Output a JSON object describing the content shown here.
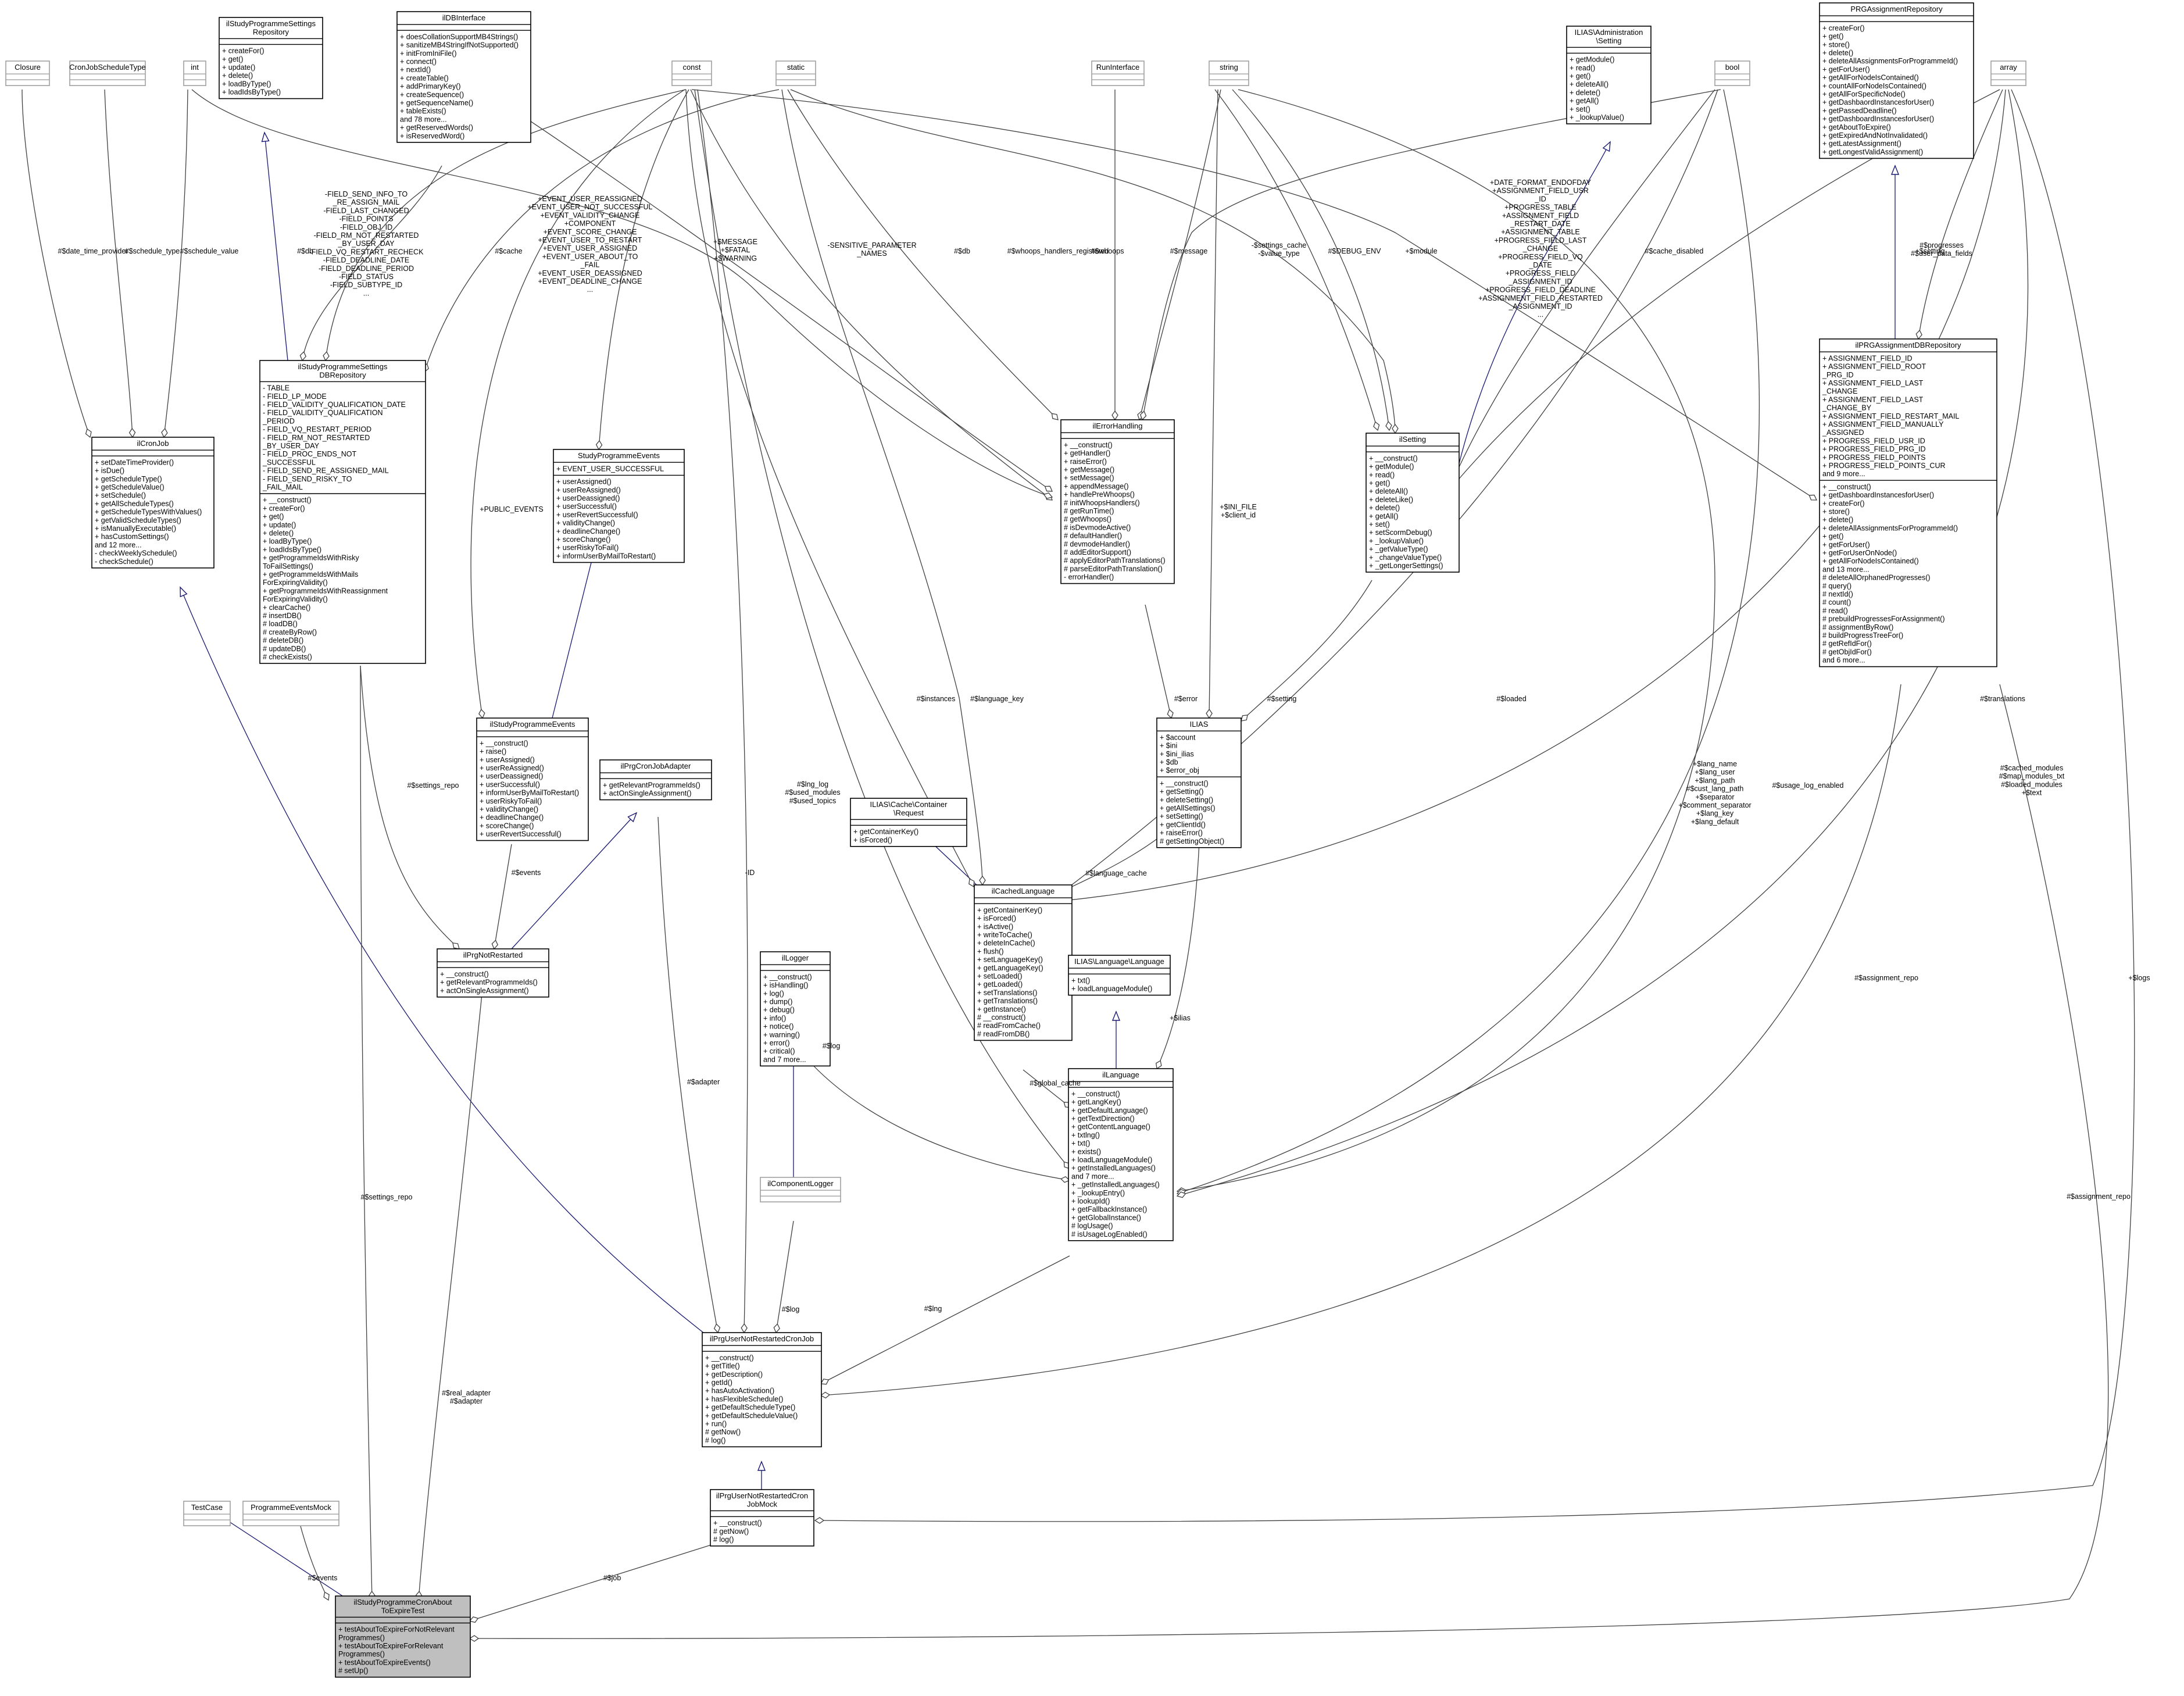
{
  "classes": [
    {
      "id": "Closure",
      "title": [
        "Closure"
      ],
      "sections": [
        [],
        []
      ]
    },
    {
      "id": "CronJobScheduleType",
      "title": [
        "CronJobScheduleType"
      ],
      "sections": [
        [],
        []
      ]
    },
    {
      "id": "int",
      "title": [
        "int"
      ],
      "sections": [
        [],
        []
      ]
    },
    {
      "id": "SettingsRepo",
      "title": [
        "ilStudyProgrammeSettings",
        "Repository"
      ],
      "sections": [
        [],
        [
          "+ createFor()",
          "+ get()",
          "+ update()",
          "+ delete()",
          "+ loadByType()",
          "+ loadIdsByType()"
        ]
      ]
    },
    {
      "id": "ilDBInterface",
      "title": [
        "ilDBInterface"
      ],
      "sections": [
        [],
        [
          "+ doesCollationSupportMB4Strings()",
          "+ sanitizeMB4StringIfNotSupported()",
          "+ initFromIniFile()",
          "+ connect()",
          "+ nextId()",
          "+ createTable()",
          "+ addPrimaryKey()",
          "+ createSequence()",
          "+ getSequenceName()",
          "+ tableExists()",
          "and 78 more...",
          "+ getReservedWords()",
          "+ isReservedWord()"
        ]
      ]
    },
    {
      "id": "const",
      "title": [
        "const"
      ],
      "sections": [
        [],
        []
      ]
    },
    {
      "id": "static",
      "title": [
        "static"
      ],
      "sections": [
        [],
        []
      ]
    },
    {
      "id": "RunInterface",
      "title": [
        "RunInterface"
      ],
      "sections": [
        [],
        []
      ]
    },
    {
      "id": "string",
      "title": [
        "string"
      ],
      "sections": [
        [],
        []
      ]
    },
    {
      "id": "AdminSetting",
      "title": [
        "ILIAS\\Administration",
        "\\Setting"
      ],
      "sections": [
        [],
        [
          "+ getModule()",
          "+ read()",
          "+ get()",
          "+ deleteAll()",
          "+ delete()",
          "+ getAll()",
          "+ set()",
          "+ _lookupValue()"
        ]
      ]
    },
    {
      "id": "bool",
      "title": [
        "bool"
      ],
      "sections": [
        [],
        []
      ]
    },
    {
      "id": "PRGAssignmentRepository",
      "title": [
        "PRGAssignmentRepository"
      ],
      "sections": [
        [],
        [
          "+ createFor()",
          "+ get()",
          "+ store()",
          "+ delete()",
          "+ deleteAllAssignmentsForProgrammeId()",
          "+ getForUser()",
          "+ getAllForNodeIsContained()",
          "+ countAllForNodeIsContained()",
          "+ getAllForSpecificNode()",
          "+ getDashbaordInstancesforUser()",
          "+ getPassedDeadline()",
          "+ getDashboardInstancesforUser()",
          "+ getAboutToExpire()",
          "+ getExpiredAndNotInvalidated()",
          "+ getLatestAssignment()",
          "+ getLongestValidAssignment()"
        ]
      ]
    },
    {
      "id": "array",
      "title": [
        "array"
      ],
      "sections": [
        [],
        []
      ]
    },
    {
      "id": "ilCronJob",
      "title": [
        "ilCronJob"
      ],
      "sections": [
        [],
        [
          "+ setDateTimeProvider()",
          "+ isDue()",
          "+ getScheduleType()",
          "+ getScheduleValue()",
          "+ setSchedule()",
          "+ getAllScheduleTypes()",
          "+ getScheduleTypesWithValues()",
          "+ getValidScheduleTypes()",
          "+ isManuallyExecutable()",
          "+ hasCustomSettings()",
          "and 12 more...",
          "- checkWeeklySchedule()",
          "- checkSchedule()"
        ]
      ]
    },
    {
      "id": "SettingsDBRepo",
      "title": [
        "ilStudyProgrammeSettings",
        "DBRepository"
      ],
      "sections": [
        [
          "- TABLE",
          "- FIELD_LP_MODE",
          "- FIELD_VALIDITY_QUALIFICATION_DATE",
          "- FIELD_VALIDITY_QUALIFICATION",
          "_PERIOD",
          "- FIELD_VQ_RESTART_PERIOD",
          "- FIELD_RM_NOT_RESTARTED",
          "_BY_USER_DAY",
          "- FIELD_PROC_ENDS_NOT",
          "_SUCCESSFUL",
          "- FIELD_SEND_RE_ASSIGNED_MAIL",
          "- FIELD_SEND_RISKY_TO",
          "_FAIL_MAIL"
        ],
        [
          "+ __construct()",
          "+ createFor()",
          "+ get()",
          "+ update()",
          "+ delete()",
          "+ loadByType()",
          "+ loadIdsByType()",
          "+ getProgrammeIdsWithRisky",
          "ToFailSettings()",
          "+ getProgrammeIdsWithMails",
          "ForExpiringValidity()",
          "+ getProgrammeIdsWithReassignment",
          "ForExpiringValidity()",
          "+ clearCache()",
          "# insertDB()",
          "# loadDB()",
          "# createByRow()",
          "# deleteDB()",
          "# updateDB()",
          "# checkExists()"
        ]
      ]
    },
    {
      "id": "StudyProgrammeEvents",
      "title": [
        "StudyProgrammeEvents"
      ],
      "sections": [
        [
          "+ EVENT_USER_SUCCESSFUL"
        ],
        [
          "+ userAssigned()",
          "+ userReAssigned()",
          "+ userDeassigned()",
          "+ userSuccessful()",
          "+ userRevertSuccessful()",
          "+ validityChange()",
          "+ deadlineChange()",
          "+ scoreChange()",
          "+ userRiskyToFail()",
          "+ informUserByMailToRestart()"
        ]
      ]
    },
    {
      "id": "ilErrorHandling",
      "title": [
        "ilErrorHandling"
      ],
      "sections": [
        [],
        [
          "+ __construct()",
          "+ getHandler()",
          "+ raiseError()",
          "+ getMessage()",
          "+ setMessage()",
          "+ appendMessage()",
          "+ handlePreWhoops()",
          "# initWhoopsHandlers()",
          "# getRunTime()",
          "# getWhoops()",
          "# isDevmodeActive()",
          "# defaultHandler()",
          "# devmodeHandler()",
          "# addEditorSupport()",
          "# applyEditorPathTranslations()",
          "# parseEditorPathTranslation()",
          "- errorHandler()"
        ]
      ]
    },
    {
      "id": "ilSetting",
      "title": [
        "ilSetting"
      ],
      "sections": [
        [],
        [
          "+ __construct()",
          "+ getModule()",
          "+ read()",
          "+ get()",
          "+ deleteAll()",
          "+ deleteLike()",
          "+ delete()",
          "+ getAll()",
          "+ set()",
          "+ setScormDebug()",
          "+ _lookupValue()",
          "+ _getValueType()",
          "+ _changeValueType()",
          "+ _getLongerSettings()"
        ]
      ]
    },
    {
      "id": "PRGAssignmentDBRepository",
      "title": [
        "ilPRGAssignmentDBRepository"
      ],
      "sections": [
        [
          "+ ASSIGNMENT_FIELD_ID",
          "+ ASSIGNMENT_FIELD_ROOT",
          "_PRG_ID",
          "+ ASSIGNMENT_FIELD_LAST",
          "_CHANGE",
          "+ ASSIGNMENT_FIELD_LAST",
          "_CHANGE_BY",
          "+ ASSIGNMENT_FIELD_RESTART_MAIL",
          "+ ASSIGNMENT_FIELD_MANUALLY",
          "_ASSIGNED",
          "+ PROGRESS_FIELD_USR_ID",
          "+ PROGRESS_FIELD_PRG_ID",
          "+ PROGRESS_FIELD_POINTS",
          "+ PROGRESS_FIELD_POINTS_CUR",
          "and 9 more..."
        ],
        [
          "+ __construct()",
          "+ getDashboardInstancesforUser()",
          "+ createFor()",
          "+ store()",
          "+ delete()",
          "+ deleteAllAssignmentsForProgrammeId()",
          "+ get()",
          "+ getForUser()",
          "+ getForUserOnNode()",
          "+ getAllForNodeIsContained()",
          "and 13 more...",
          "# deleteAllOrphanedProgresses()",
          "# query()",
          "# nextId()",
          "# count()",
          "# read()",
          "# prebuildProgressesForAssignment()",
          "# assignmentByRow()",
          "# buildProgressTreeFor()",
          "# getRefIdFor()",
          "# getObjIdFor()",
          "and 6 more..."
        ]
      ]
    },
    {
      "id": "ILIAS",
      "title": [
        "ILIAS"
      ],
      "sections": [
        [
          "+ $account",
          "+ $ini",
          "+ $ini_ilias",
          "+ $db",
          "+ $error_obj"
        ],
        [
          "+ __construct()",
          "+ getSetting()",
          "+ deleteSetting()",
          "+ getAllSettings()",
          "+ setSetting()",
          "+ getClientId()",
          "+ raiseError()",
          "# getSettingObject()"
        ]
      ]
    },
    {
      "id": "ilStudyProgrammeEvents",
      "title": [
        "ilStudyProgrammeEvents"
      ],
      "sections": [
        [],
        [
          "+ __construct()",
          "+ raise()",
          "+ userAssigned()",
          "+ userReAssigned()",
          "+ userDeassigned()",
          "+ userSuccessful()",
          "+ informUserByMailToRestart()",
          "+ userRiskyToFail()",
          "+ validityChange()",
          "+ deadlineChange()",
          "+ scoreChange()",
          "+ userRevertSuccessful()"
        ]
      ]
    },
    {
      "id": "ilPrgCronJobAdapter",
      "title": [
        "ilPrgCronJobAdapter"
      ],
      "sections": [
        [],
        [
          "+ getRelevantProgrammeIds()",
          "+ actOnSingleAssignment()"
        ]
      ]
    },
    {
      "id": "CacheRequest",
      "title": [
        "ILIAS\\Cache\\Container",
        "\\Request"
      ],
      "sections": [
        [],
        [
          "+ getContainerKey()",
          "+ isForced()"
        ]
      ]
    },
    {
      "id": "ilCachedLanguage",
      "title": [
        "ilCachedLanguage"
      ],
      "sections": [
        [],
        [
          "+ getContainerKey()",
          "+ isForced()",
          "+ isActive()",
          "+ writeToCache()",
          "+ deleteInCache()",
          "+ flush()",
          "+ setLanguageKey()",
          "+ getLanguageKey()",
          "+ setLoaded()",
          "+ getLoaded()",
          "+ setTranslations()",
          "+ getTranslations()",
          "+ getInstance()",
          "# __construct()",
          "# readFromCache()",
          "# readFromDB()"
        ]
      ]
    },
    {
      "id": "ilPrgNotRestarted",
      "title": [
        "ilPrgNotRestarted"
      ],
      "sections": [
        [],
        [
          "+ __construct()",
          "+ getRelevantProgrammeIds()",
          "+ actOnSingleAssignment()"
        ]
      ]
    },
    {
      "id": "ilLogger",
      "title": [
        "ilLogger"
      ],
      "sections": [
        [],
        [
          "+ __construct()",
          "+ isHandling()",
          "+ log()",
          "+ dump()",
          "+ debug()",
          "+ info()",
          "+ notice()",
          "+ warning()",
          "+ error()",
          "+ critical()",
          "and 7 more..."
        ]
      ]
    },
    {
      "id": "LanguageLanguage",
      "title": [
        "ILIAS\\Language\\Language"
      ],
      "sections": [
        [],
        [
          "+ txt()",
          "+ loadLanguageModule()"
        ]
      ]
    },
    {
      "id": "ilLanguage",
      "title": [
        "ilLanguage"
      ],
      "sections": [
        [],
        [
          "+ __construct()",
          "+ getLangKey()",
          "+ getDefaultLanguage()",
          "+ getTextDirection()",
          "+ getContentLanguage()",
          "+ txtlng()",
          "+ txt()",
          "+ exists()",
          "+ loadLanguageModule()",
          "+ getInstalledLanguages()",
          "and 7 more...",
          "+ _getInstalledLanguages()",
          "+ _lookupEntry()",
          "+ lookupId()",
          "+ getFallbackInstance()",
          "+ getGlobalInstance()",
          "# logUsage()",
          "# isUsageLogEnabled()"
        ]
      ]
    },
    {
      "id": "ilComponentLogger",
      "title": [
        "ilComponentLogger"
      ],
      "sections": [
        [],
        []
      ]
    },
    {
      "id": "ilPrgUserNotRestartedCronJob",
      "title": [
        "ilPrgUserNotRestartedCronJob"
      ],
      "sections": [
        [],
        [
          "+ __construct()",
          "+ getTitle()",
          "+ getDescription()",
          "+ getId()",
          "+ hasAutoActivation()",
          "+ hasFlexibleSchedule()",
          "+ getDefaultScheduleType()",
          "+ getDefaultScheduleValue()",
          "+ run()",
          "# getNow()",
          "# log()"
        ]
      ]
    },
    {
      "id": "TestCase",
      "title": [
        "TestCase"
      ],
      "sections": [
        [],
        []
      ]
    },
    {
      "id": "ProgrammeEventsMock",
      "title": [
        "ProgrammeEventsMock"
      ],
      "sections": [
        [],
        []
      ]
    },
    {
      "id": "CronJobMock",
      "title": [
        "ilPrgUserNotRestartedCron",
        "JobMock"
      ],
      "sections": [
        [],
        [
          "+ __construct()",
          "# getNow()",
          "# log()"
        ]
      ]
    },
    {
      "id": "AboutToExpireTest",
      "title": [
        "ilStudyProgrammeCronAbout",
        "ToExpireTest"
      ],
      "focus": true,
      "sections": [
        [],
        [
          "+ testAboutToExpireForNotRelevant",
          "Programmes()",
          "+ testAboutToExpireForRelevant",
          "Programmes()",
          "+ testAboutToExpireEvents()",
          "# setUp()"
        ]
      ]
    }
  ],
  "labels": [
    {
      "id": "L1",
      "text": [
        "#$date_time_provider"
      ]
    },
    {
      "id": "L2",
      "text": [
        "#$schedule_type"
      ]
    },
    {
      "id": "L3",
      "text": [
        "#$schedule_value"
      ]
    },
    {
      "id": "L4",
      "text": [
        "#$db"
      ]
    },
    {
      "id": "L5",
      "text": [
        "-FIELD_SEND_INFO_TO",
        "_RE_ASSIGN_MAIL",
        "-FIELD_LAST_CHANGED",
        "-FIELD_POINTS",
        "-FIELD_OBJ_ID",
        "-FIELD_RM_NOT_RESTARTED",
        "_BY_USER_DAY",
        "-FIELD_VQ_RESTART_RECHECK",
        "-FIELD_DEADLINE_DATE",
        "-FIELD_DEADLINE_PERIOD",
        "-FIELD_STATUS",
        "-FIELD_SUBTYPE_ID",
        "..."
      ]
    },
    {
      "id": "L6",
      "text": [
        "#$cache"
      ]
    },
    {
      "id": "L7",
      "text": [
        "+EVENT_USER_REASSIGNED",
        "+EVENT_USER_NOT_SUCCESSFUL",
        "+EVENT_VALIDITY_CHANGE",
        "+COMPONENT",
        "+EVENT_SCORE_CHANGE",
        "+EVENT_USER_TO_RESTART",
        "+EVENT_USER_ASSIGNED",
        "+EVENT_USER_ABOUT_TO",
        "_FAIL",
        "+EVENT_USER_DEASSIGNED",
        "+EVENT_DEADLINE_CHANGE",
        "..."
      ]
    },
    {
      "id": "L8",
      "text": [
        "+$MESSAGE",
        "+$FATAL",
        "+$WARNING"
      ]
    },
    {
      "id": "L9",
      "text": [
        "-SENSITIVE_PARAMETER",
        "_NAMES"
      ]
    },
    {
      "id": "L10",
      "text": [
        "#$db"
      ]
    },
    {
      "id": "L11",
      "text": [
        "#$whoops_handlers_registered"
      ]
    },
    {
      "id": "L12",
      "text": [
        "#$whoops"
      ]
    },
    {
      "id": "L13",
      "text": [
        "#$message"
      ]
    },
    {
      "id": "L14",
      "text": [
        "-$settings_cache",
        "-$value_type"
      ]
    },
    {
      "id": "L15",
      "text": [
        "#$DEBUG_ENV"
      ]
    },
    {
      "id": "L16",
      "text": [
        "+$module"
      ]
    },
    {
      "id": "L17",
      "text": [
        "#$cache_disabled"
      ]
    },
    {
      "id": "L18",
      "text": [
        "+DATE_FORMAT_ENDOFDAY",
        "+ASSIGNMENT_FIELD_USR",
        "_ID",
        "+PROGRESS_TABLE",
        "+ASSIGNMENT_FIELD",
        "_RESTART_DATE",
        "+ASSIGNMENT_TABLE",
        "+PROGRESS_FIELD_LAST",
        "_CHANGE",
        "+PROGRESS_FIELD_VQ",
        "_DATE",
        "+PROGRESS_FIELD",
        "_ASSIGNMENT_ID",
        "+PROGRESS_FIELD_DEADLINE",
        "+ASSIGNMENT_FIELD_RESTARTED",
        "_ASSIGNMENT_ID",
        "..."
      ]
    },
    {
      "id": "L19",
      "text": [
        "+$setting"
      ]
    },
    {
      "id": "L20",
      "text": [
        "#$progresses",
        "#$user_data_fields"
      ]
    },
    {
      "id": "L21",
      "text": [
        "+PUBLIC_EVENTS"
      ]
    },
    {
      "id": "L22",
      "text": [
        "+$INI_FILE",
        "+$client_id"
      ]
    },
    {
      "id": "L23",
      "text": [
        "#$error"
      ]
    },
    {
      "id": "L24",
      "text": [
        "#$setting"
      ]
    },
    {
      "id": "L25",
      "text": [
        "#$instances"
      ]
    },
    {
      "id": "L26",
      "text": [
        "#$language_key"
      ]
    },
    {
      "id": "L27",
      "text": [
        "#$loaded"
      ]
    },
    {
      "id": "L28",
      "text": [
        "#$translations"
      ]
    },
    {
      "id": "L29",
      "text": [
        "#$settings_repo"
      ]
    },
    {
      "id": "L30",
      "text": [
        "#$events"
      ]
    },
    {
      "id": "L31",
      "text": [
        "#$lng_log",
        "#$used_modules",
        "#$used_topics"
      ]
    },
    {
      "id": "L32",
      "text": [
        "+$lang_name",
        "+$lang_user",
        "+$lang_path",
        "#$cust_lang_path",
        "+$separator",
        "+$comment_separator",
        "+$lang_key",
        "+$lang_default"
      ]
    },
    {
      "id": "L33",
      "text": [
        "#$usage_log_enabled"
      ]
    },
    {
      "id": "L34",
      "text": [
        "#$cached_modules",
        "#$map_modules_txt",
        "#$loaded_modules",
        "+$text"
      ]
    },
    {
      "id": "L35",
      "text": [
        "#$language_cache"
      ]
    },
    {
      "id": "L36",
      "text": [
        "-ID"
      ]
    },
    {
      "id": "L37",
      "text": [
        "+$ilias"
      ]
    },
    {
      "id": "L38",
      "text": [
        "#$assignment_repo"
      ]
    },
    {
      "id": "L39",
      "text": [
        "#$global_cache"
      ]
    },
    {
      "id": "L40",
      "text": [
        "#$log"
      ]
    },
    {
      "id": "L41",
      "text": [
        "#$adapter"
      ]
    },
    {
      "id": "L42",
      "text": [
        "#$lng"
      ]
    },
    {
      "id": "L43",
      "text": [
        "#$log"
      ]
    },
    {
      "id": "L44",
      "text": [
        "#$settings_repo"
      ]
    },
    {
      "id": "L45",
      "text": [
        "#$real_adapter",
        "#$adapter"
      ]
    },
    {
      "id": "L46",
      "text": [
        "#$assignment_repo"
      ]
    },
    {
      "id": "L47",
      "text": [
        "+$logs"
      ]
    },
    {
      "id": "L48",
      "text": [
        "#$events"
      ]
    },
    {
      "id": "L49",
      "text": [
        "#$job"
      ]
    }
  ]
}
